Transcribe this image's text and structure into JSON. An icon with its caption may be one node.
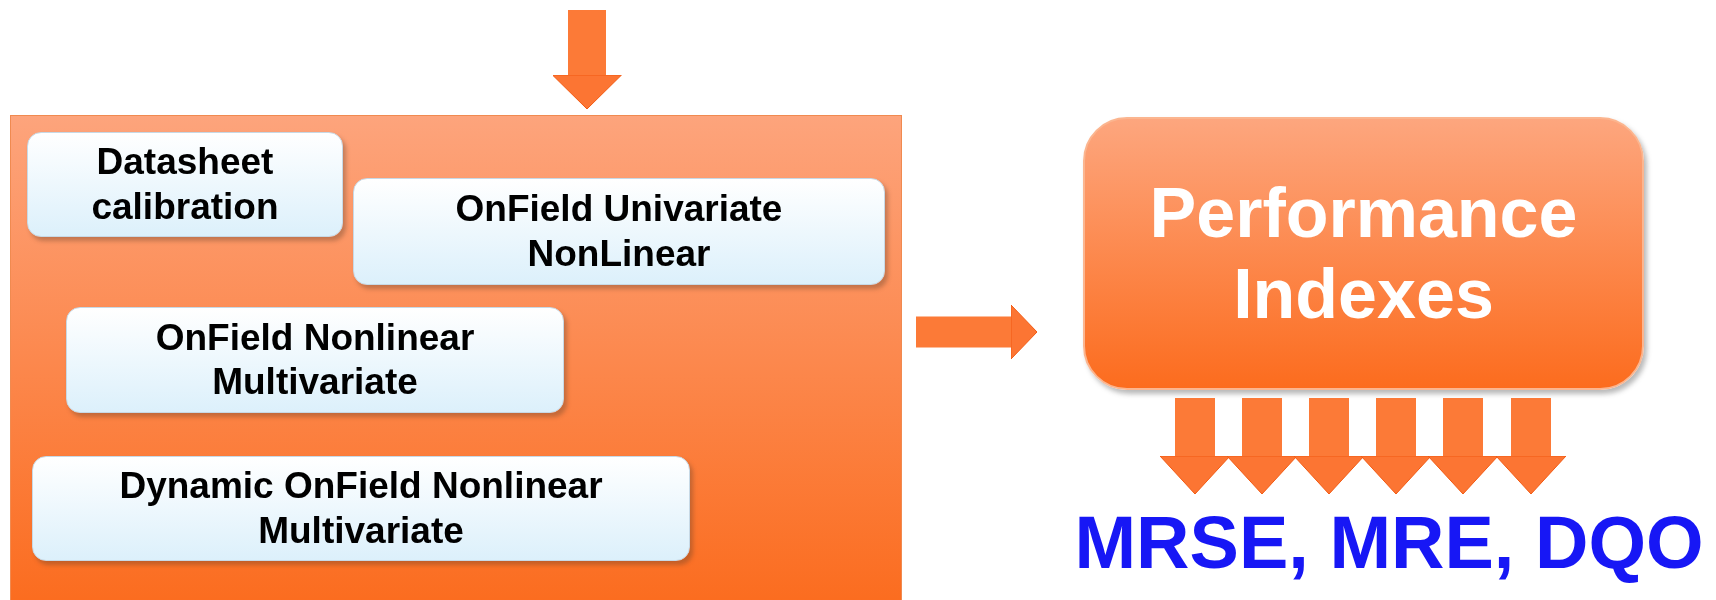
{
  "diagram": {
    "nodes": [
      {
        "text": [],
        "shape": "box"
      },
      {
        "text": [
          "Datasheet calibration"
        ],
        "in": 0
      },
      {
        "text": [
          "OnField Univariate NonLinear"
        ],
        "in": 0
      },
      {
        "text": [
          "OnField Nonlinear Multivariate"
        ],
        "in": 0
      },
      {
        "text": [
          "Dynamic OnField Nonlinear Multivariate"
        ],
        "in": 0
      },
      {
        "text": [
          "Performance Indexes"
        ]
      },
      {
        "text": [
          "MRSE, MRE, DQO"
        ]
      }
    ],
    "edges": [
      {
        "from": null,
        "to": 0,
        "arrow": "to"
      },
      {
        "from": 0,
        "to": 5,
        "arrow": "to"
      },
      {
        "from": 5,
        "to": 6,
        "arrow": "to"
      },
      {
        "from": 5,
        "to": 6,
        "arrow": "to"
      },
      {
        "from": 5,
        "to": 6,
        "arrow": "to"
      },
      {
        "from": 5,
        "to": 6,
        "arrow": "to"
      },
      {
        "from": 5,
        "to": 6,
        "arrow": "to"
      },
      {
        "from": 5,
        "to": 6,
        "arrow": "to"
      }
    ]
  }
}
